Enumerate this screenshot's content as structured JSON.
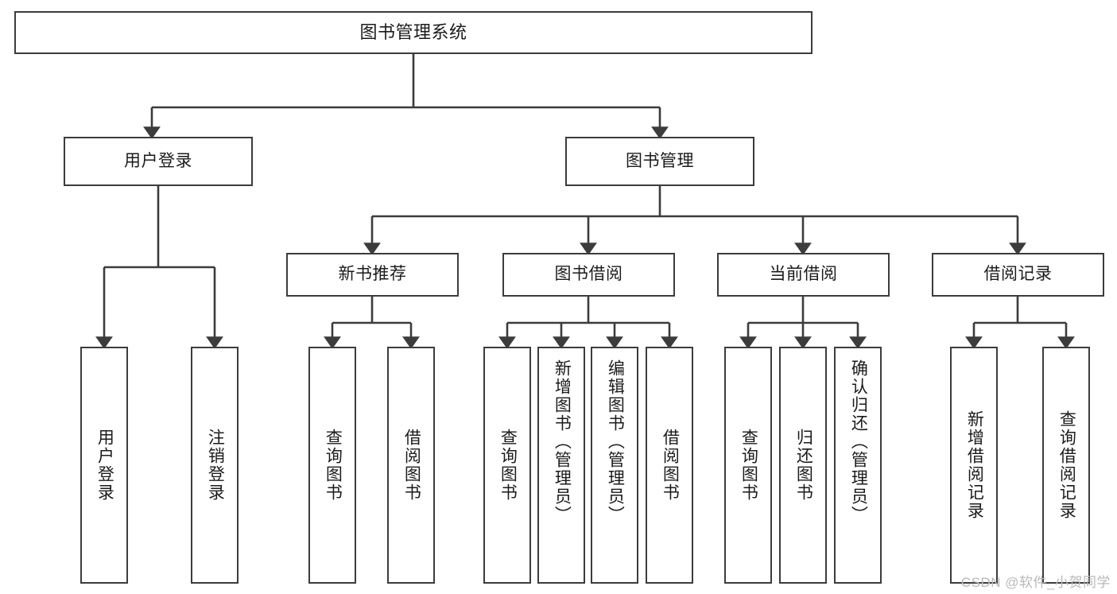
{
  "diagram": {
    "type": "tree-hierarchy-flowchart",
    "title": "图书管理系统",
    "background_color": "#ffffff",
    "line_color": "#3c3c3c",
    "text_color": "#1b1b1b",
    "root": {
      "id": "root",
      "label": "图书管理系统"
    },
    "level2": [
      {
        "id": "user-login",
        "label": "用户登录"
      },
      {
        "id": "book-management",
        "label": "图书管理"
      }
    ],
    "level3": [
      {
        "id": "new-book-recommend",
        "label": "新书推荐",
        "parent": "book-management"
      },
      {
        "id": "book-borrow",
        "label": "图书借阅",
        "parent": "book-management"
      },
      {
        "id": "current-borrow",
        "label": "当前借阅",
        "parent": "book-management"
      },
      {
        "id": "borrow-record",
        "label": "借阅记录",
        "parent": "book-management"
      }
    ],
    "leaves": {
      "user-login": [
        {
          "id": "leaf-user-login",
          "label": "用户登录"
        },
        {
          "id": "leaf-logout",
          "label": "注销登录"
        }
      ],
      "new-book-recommend": [
        {
          "id": "leaf-query-book-1",
          "label": "查询图书"
        },
        {
          "id": "leaf-borrow-book-1",
          "label": "借阅图书"
        }
      ],
      "book-borrow": [
        {
          "id": "leaf-query-book-2",
          "label": "查询图书"
        },
        {
          "id": "leaf-add-book",
          "label": "新增图书（管理员）"
        },
        {
          "id": "leaf-edit-book",
          "label": "编辑图书（管理员）"
        },
        {
          "id": "leaf-borrow-book-2",
          "label": "借阅图书"
        }
      ],
      "current-borrow": [
        {
          "id": "leaf-query-book-3",
          "label": "查询图书"
        },
        {
          "id": "leaf-return-book",
          "label": "归还图书"
        },
        {
          "id": "leaf-confirm-return",
          "label": "确认归还（管理员）"
        }
      ],
      "borrow-record": [
        {
          "id": "leaf-add-record",
          "label": "新增借阅记录"
        },
        {
          "id": "leaf-query-record",
          "label": "查询借阅记录"
        }
      ]
    }
  },
  "watermark": {
    "text": "CSDN @软件_小贺同学"
  }
}
